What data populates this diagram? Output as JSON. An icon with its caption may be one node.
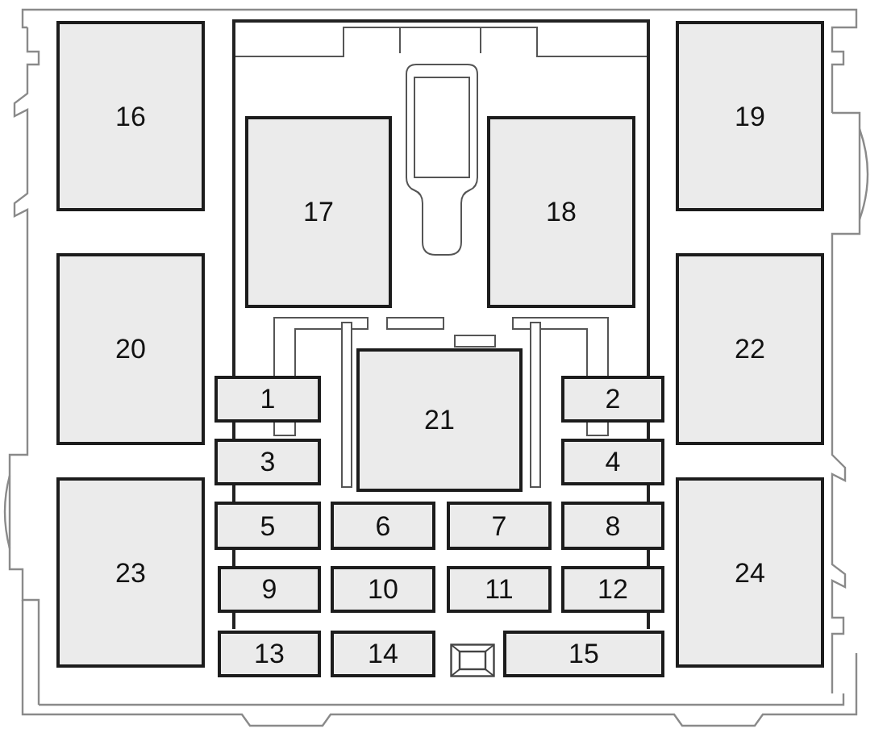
{
  "diagram": {
    "nodes": [
      {
        "text": [
          "1"
        ]
      },
      {
        "text": [
          "2"
        ]
      },
      {
        "text": [
          "3"
        ]
      },
      {
        "text": [
          "4"
        ]
      },
      {
        "text": [
          "5"
        ]
      },
      {
        "text": [
          "6"
        ]
      },
      {
        "text": [
          "7"
        ]
      },
      {
        "text": [
          "8"
        ]
      },
      {
        "text": [
          "9"
        ]
      },
      {
        "text": [
          "10"
        ]
      },
      {
        "text": [
          "11"
        ]
      },
      {
        "text": [
          "12"
        ]
      },
      {
        "text": [
          "13"
        ]
      },
      {
        "text": [
          "14"
        ]
      },
      {
        "text": [
          "15"
        ]
      },
      {
        "text": [
          "16"
        ]
      },
      {
        "text": [
          "17"
        ]
      },
      {
        "text": [
          "18"
        ]
      },
      {
        "text": [
          "19"
        ]
      },
      {
        "text": [
          "20"
        ]
      },
      {
        "text": [
          "21"
        ]
      },
      {
        "text": [
          "22"
        ]
      },
      {
        "text": [
          "23"
        ]
      },
      {
        "text": [
          "24"
        ]
      }
    ]
  }
}
